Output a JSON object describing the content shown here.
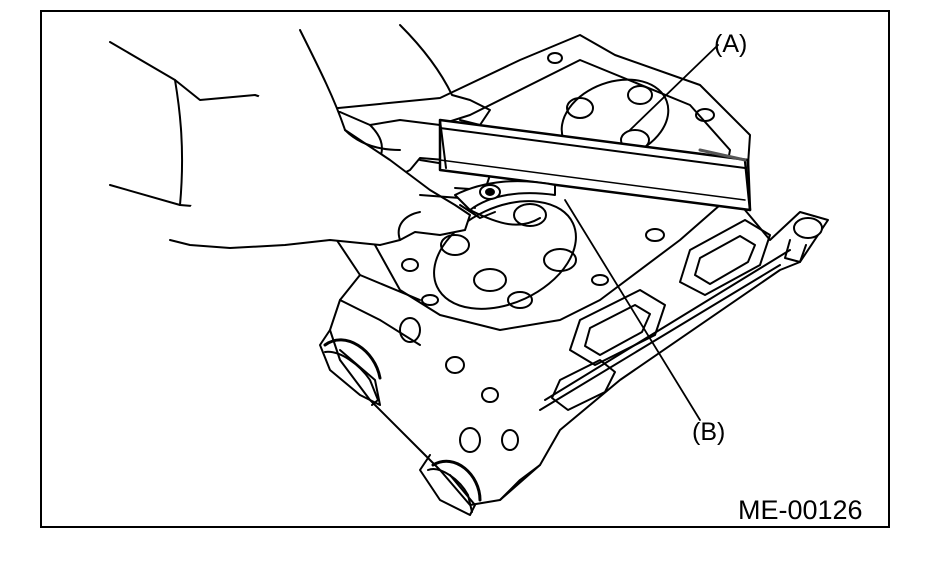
{
  "figure": {
    "callouts": [
      {
        "label": "(A)"
      },
      {
        "label": "(B)"
      }
    ],
    "figure_id": "ME-00126",
    "colors": {
      "ink": "#000000",
      "paper": "#ffffff",
      "shade": "#555555"
    },
    "depicted": {
      "straight-edge": "straight-edge-icon",
      "feeler-gauge": "feeler-gauge-icon",
      "cylinder-head": "cylinder-head-icon",
      "hands": "hand-icon"
    }
  }
}
